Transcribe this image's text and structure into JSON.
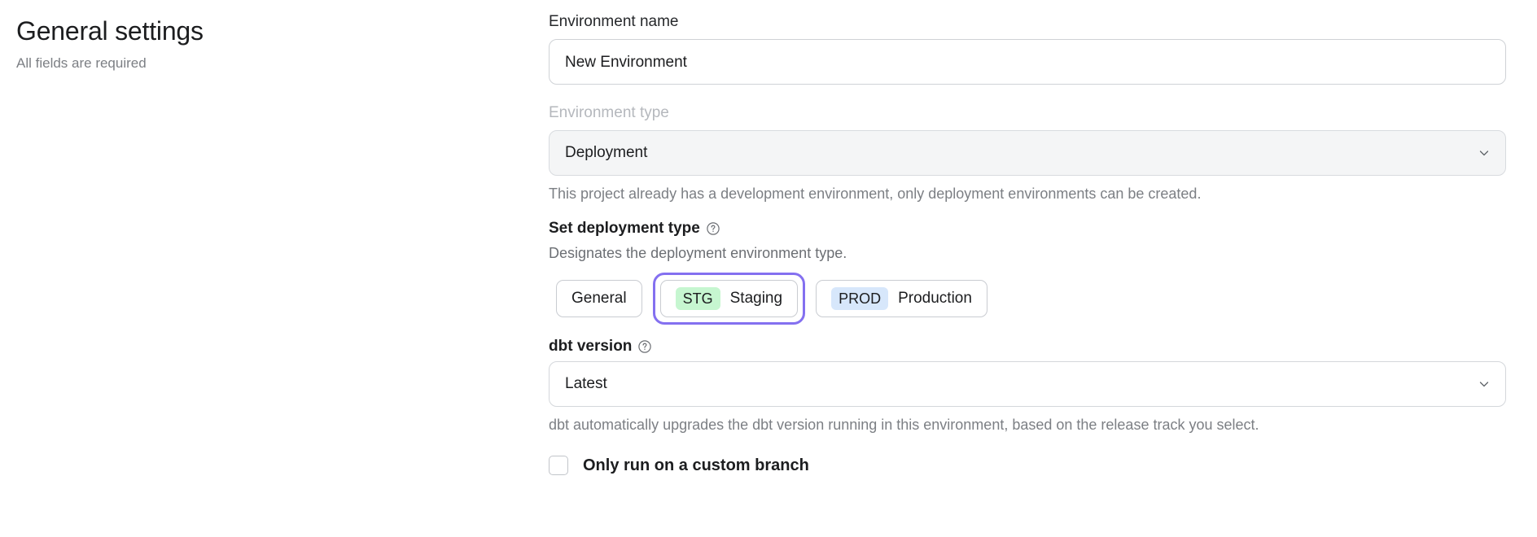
{
  "header": {
    "title": "General settings",
    "subtitle": "All fields are required"
  },
  "form": {
    "environment_name": {
      "label": "Environment name",
      "value": "New Environment",
      "placeholder": "Environment name"
    },
    "environment_type": {
      "label": "Environment type",
      "value": "Deployment",
      "disabled": true,
      "helper": "This project already has a development environment, only deployment environments can be created.",
      "chevron_icon": "chevron-down-icon"
    },
    "deployment_type": {
      "label": "Set deployment type",
      "help_icon": "question-circle-icon",
      "description": "Designates the deployment environment type.",
      "selected": "Staging",
      "options": [
        {
          "label": "General",
          "badge": null,
          "badge_color": null,
          "selected": false
        },
        {
          "label": "Staging",
          "badge": "STG",
          "badge_color": "#c6f6d0",
          "selected": true
        },
        {
          "label": "Production",
          "badge": "PROD",
          "badge_color": "#d7e7fb",
          "selected": false
        }
      ],
      "focus_ring_color": "#8470f0"
    },
    "dbt_version": {
      "label": "dbt version",
      "help_icon": "question-circle-icon",
      "value": "Latest",
      "helper": "dbt automatically upgrades the dbt version running in this environment, based on the release track you select.",
      "chevron_icon": "chevron-down-icon"
    },
    "custom_branch": {
      "label": "Only run on a custom branch",
      "checked": false
    }
  }
}
